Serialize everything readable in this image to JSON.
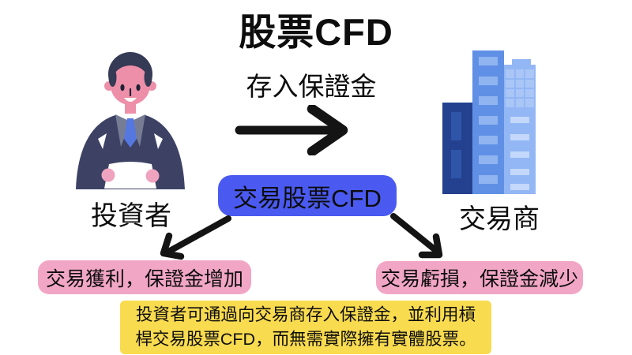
{
  "title": "股票CFD",
  "flow": {
    "deposit_label": "存入保證金",
    "trade_pill": "交易股票CFD"
  },
  "actors": {
    "investor_label": "投資者",
    "broker_label": "交易商"
  },
  "outcomes": {
    "profit_label": "交易獲利，保證金增加",
    "loss_label": "交易虧損，保證金減少"
  },
  "note": {
    "line1": "投資者可通過向交易商存入保證金，並利用槓",
    "line2": "桿交易股票CFD，而無需實際擁有實體股票。"
  },
  "icons": {
    "investor": "investor-person-illustration",
    "broker": "broker-buildings-illustration",
    "deposit_arrow": "right-arrow-icon",
    "profit_arrow": "down-left-arrow-icon",
    "loss_arrow": "down-right-arrow-icon"
  },
  "colors": {
    "pill_blue": "#4a5af0",
    "outcome_pink": "#f2a6c5",
    "note_yellow": "#f9db4f",
    "arrow_black": "#141414",
    "suit_navy": "#3d4265",
    "skin_pink": "#ee8fa9",
    "building_dark": "#24418f",
    "building_mid": "#6090e5",
    "building_light": "#93b6f4"
  }
}
